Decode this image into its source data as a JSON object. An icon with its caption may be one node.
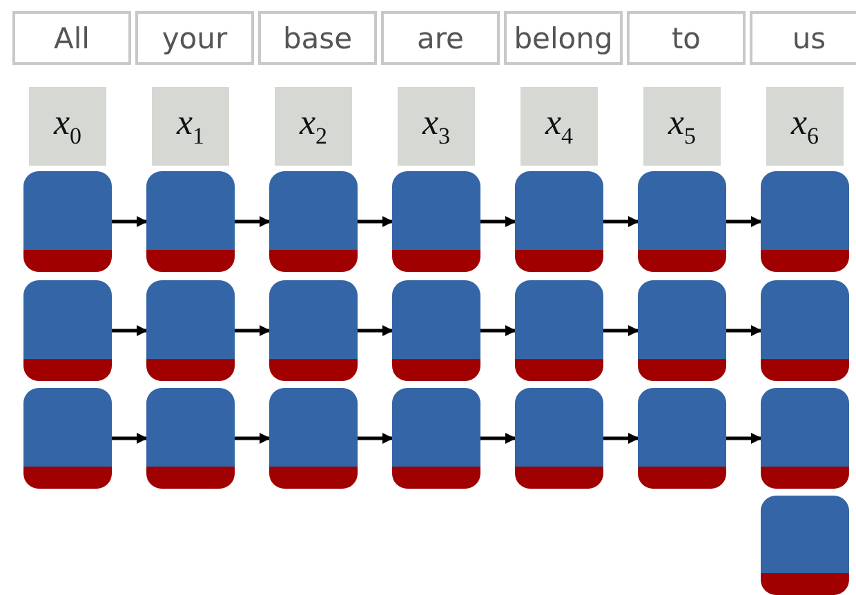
{
  "diagram": {
    "nodes": [
      {
        "text": [
          "All"
        ]
      },
      {
        "text": [
          "your"
        ]
      },
      {
        "text": [
          "base"
        ]
      },
      {
        "text": [
          "are"
        ]
      },
      {
        "text": [
          "belong"
        ]
      },
      {
        "text": [
          "to"
        ]
      },
      {
        "text": [
          "us"
        ]
      },
      {
        "text": [
          "x$_{0}$"
        ]
      },
      {
        "text": [
          "x$_{1}$"
        ]
      },
      {
        "text": [
          "x$_{2}$"
        ]
      },
      {
        "text": [
          "x$_{3}$"
        ]
      },
      {
        "text": [
          "x$_{4}$"
        ]
      },
      {
        "text": [
          "x$_{5}$"
        ]
      },
      {
        "text": [
          "x$_{6}$"
        ]
      },
      {
        "text": [],
        "shape": "box"
      },
      {
        "text": [],
        "shape": "box"
      },
      {
        "text": [],
        "shape": "box"
      },
      {
        "text": [],
        "shape": "box"
      },
      {
        "text": [],
        "shape": "box"
      },
      {
        "text": [],
        "shape": "box"
      },
      {
        "text": [],
        "shape": "box"
      },
      {
        "text": [],
        "shape": "box"
      },
      {
        "text": [],
        "shape": "box"
      },
      {
        "text": [],
        "shape": "box"
      },
      {
        "text": [],
        "shape": "box"
      },
      {
        "text": [],
        "shape": "box"
      },
      {
        "text": [],
        "shape": "box"
      },
      {
        "text": [],
        "shape": "box"
      },
      {
        "text": [],
        "shape": "box"
      },
      {
        "text": [],
        "shape": "box"
      },
      {
        "text": [],
        "shape": "box"
      },
      {
        "text": [],
        "shape": "box"
      },
      {
        "text": [],
        "shape": "box"
      },
      {
        "text": [],
        "shape": "box"
      },
      {
        "text": [],
        "shape": "box"
      },
      {
        "text": [],
        "shape": "box"
      }
    ],
    "edges": [
      {
        "from": 14,
        "to": 15,
        "arrow": "to"
      },
      {
        "from": 15,
        "to": 16,
        "arrow": "to"
      },
      {
        "from": 16,
        "to": 17,
        "arrow": "to"
      },
      {
        "from": 17,
        "to": 18,
        "arrow": "to"
      },
      {
        "from": 18,
        "to": 19,
        "arrow": "to"
      },
      {
        "from": 19,
        "to": 20,
        "arrow": "to"
      },
      {
        "from": 21,
        "to": 22,
        "arrow": "to"
      },
      {
        "from": 22,
        "to": 23,
        "arrow": "to"
      },
      {
        "from": 23,
        "to": 24,
        "arrow": "to"
      },
      {
        "from": 24,
        "to": 25,
        "arrow": "to"
      },
      {
        "from": 25,
        "to": 26,
        "arrow": "to"
      },
      {
        "from": 26,
        "to": 27,
        "arrow": "to"
      },
      {
        "from": 28,
        "to": 29,
        "arrow": "to"
      },
      {
        "from": 29,
        "to": 30,
        "arrow": "to"
      },
      {
        "from": 30,
        "to": 31,
        "arrow": "to"
      },
      {
        "from": 31,
        "to": 32,
        "arrow": "to"
      },
      {
        "from": 32,
        "to": 33,
        "arrow": "to"
      },
      {
        "from": 33,
        "to": 34,
        "arrow": "to"
      }
    ]
  }
}
